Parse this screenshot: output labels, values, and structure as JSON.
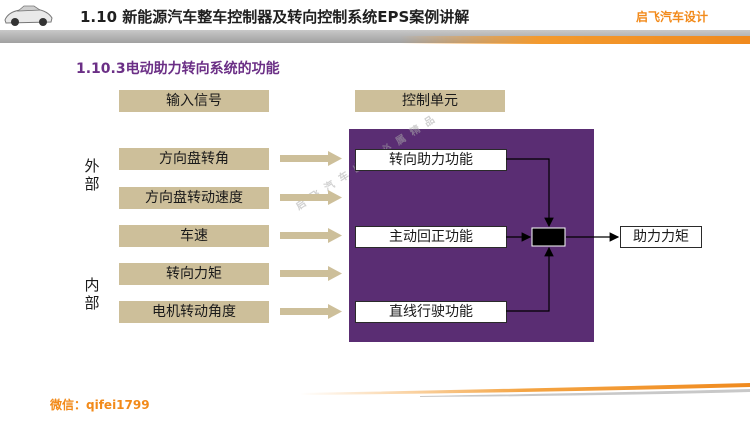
{
  "header": {
    "title": "1.10 新能源汽车整车控制器及转向控制系统EPS案例讲解",
    "brand": "启飞汽车设计"
  },
  "section_title": "1.10.3电动助力转向系统的功能",
  "columns": {
    "input_header": "输入信号",
    "control_header": "控制单元"
  },
  "groups": {
    "external": "外部",
    "internal": "内部"
  },
  "inputs": [
    "方向盘转角",
    "方向盘转动速度",
    "车速",
    "转向力矩",
    "电机转动角度"
  ],
  "functions": [
    "转向助力功能",
    "主动回正功能",
    "直线行驶功能"
  ],
  "output": "助力力矩",
  "watermark": "启飞汽车出品必属精品",
  "footer": {
    "wechat": "微信：qifei1799"
  },
  "colors": {
    "purple": "#5a2d73",
    "tan": "#cdbf9a",
    "orange": "#f28a1a",
    "title_purple": "#6b2f86"
  }
}
